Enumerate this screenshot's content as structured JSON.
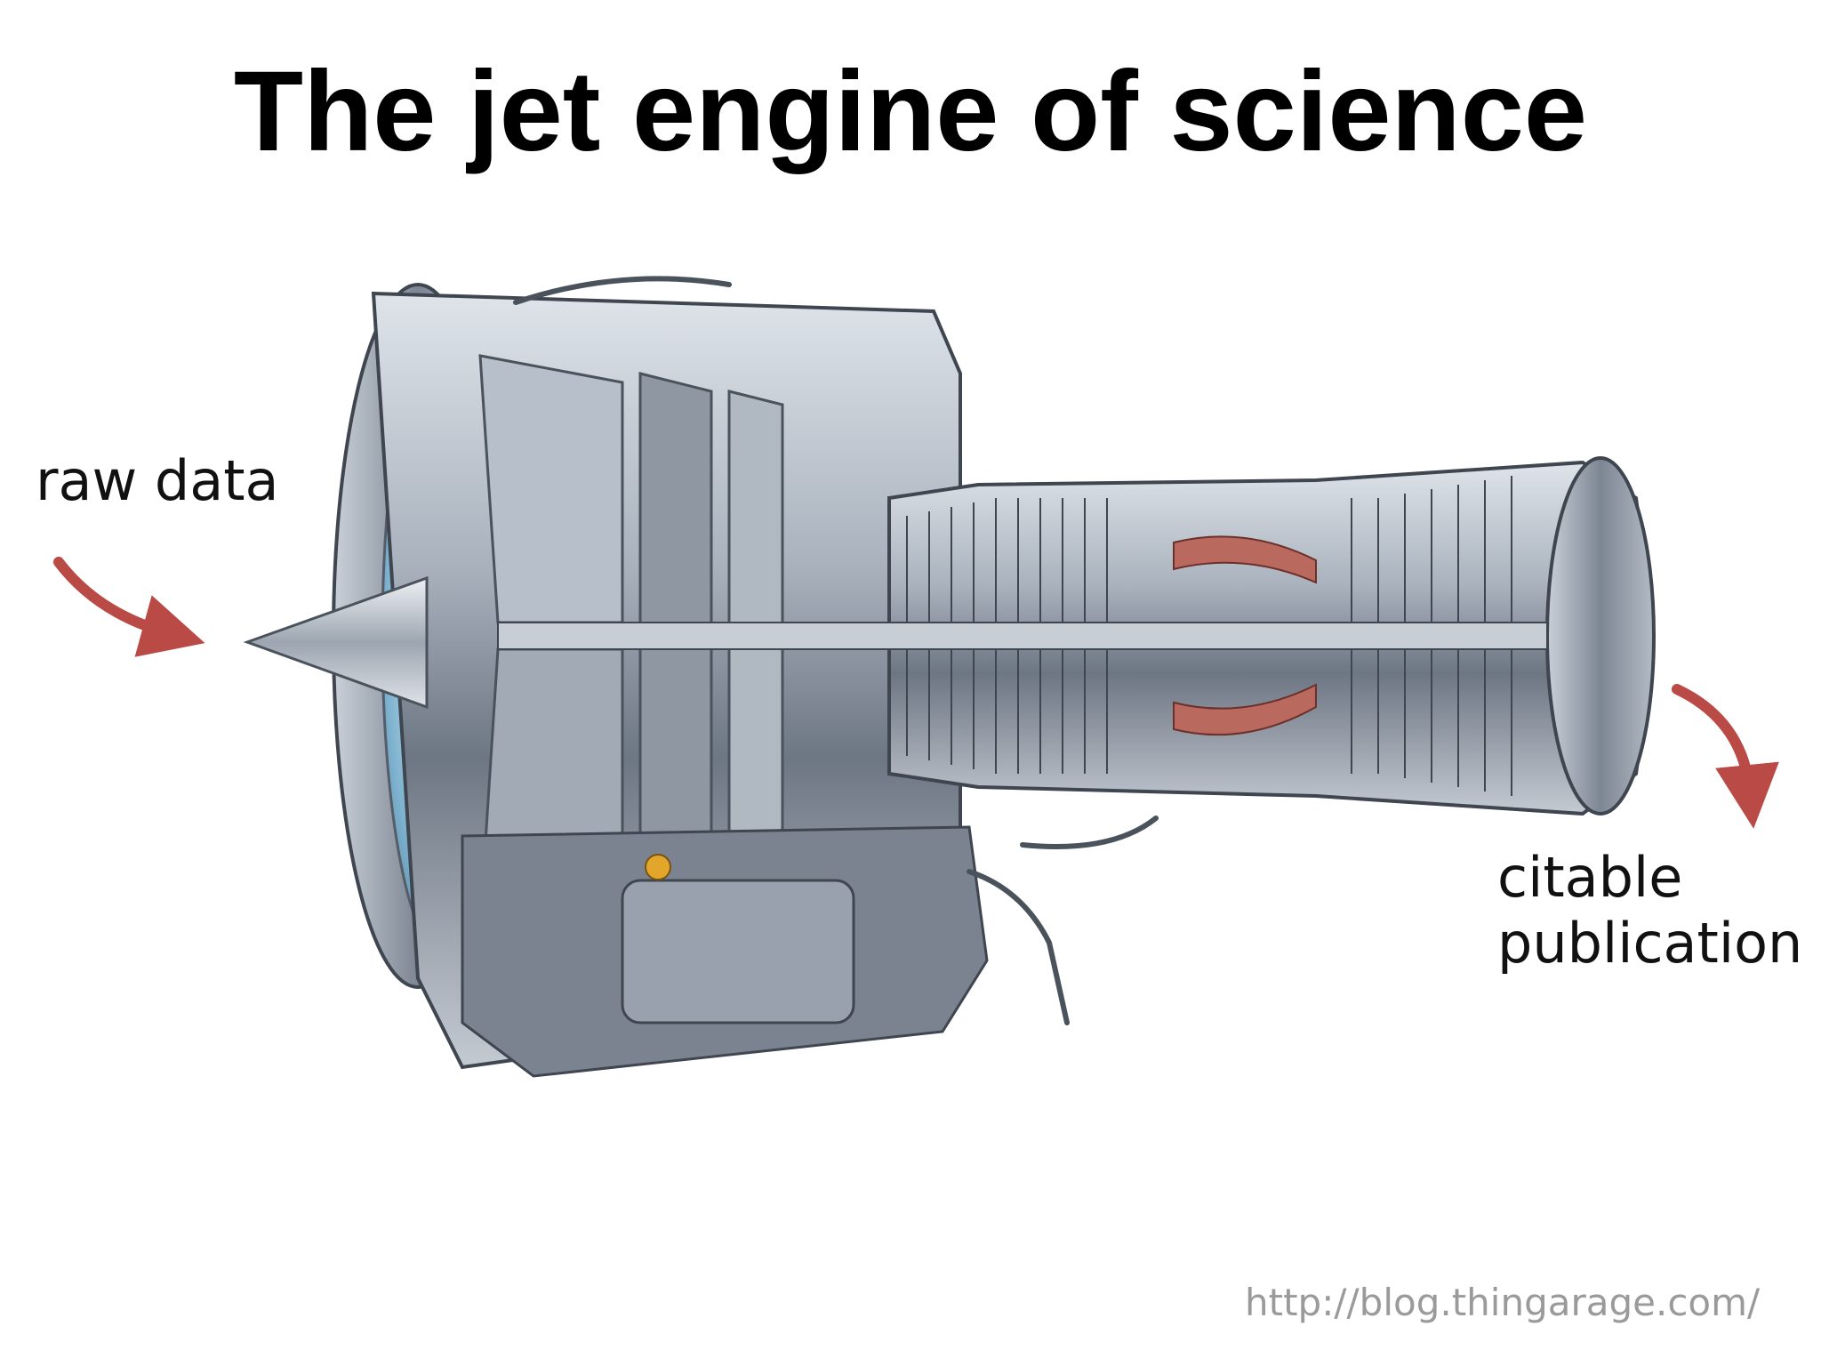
{
  "slide": {
    "title": "The jet engine of science",
    "input_label": "raw data",
    "output_label": [
      "citable",
      "publication"
    ],
    "source_url": "http://blog.thingarage.com/"
  },
  "colors": {
    "arrow": "#b94a45",
    "engine_metal": "#8f99a6",
    "engine_dark": "#3f4650",
    "fan_blue": "#7fb3cf",
    "combustor_red": "#b9695e"
  },
  "icons": {
    "input_arrow": "curved-arrow-right-icon",
    "output_arrow": "curved-arrow-down-icon"
  }
}
